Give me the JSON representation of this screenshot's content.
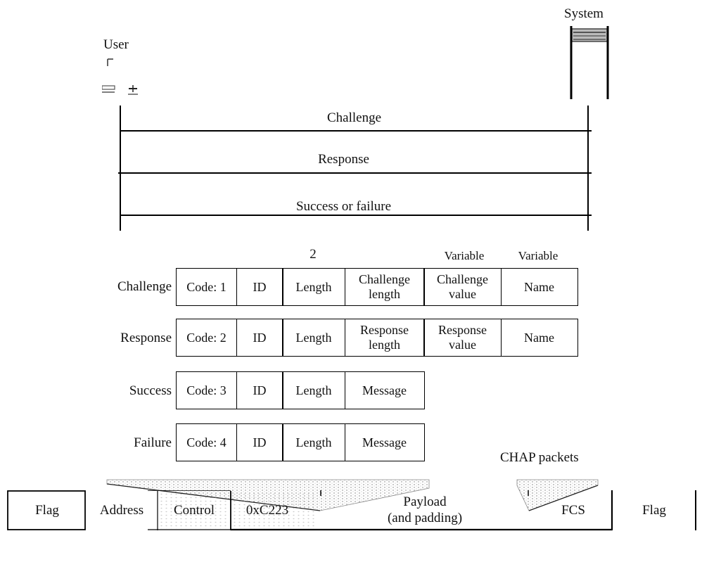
{
  "sequence": {
    "user_label": "User",
    "system_label": "System",
    "messages": [
      "Challenge",
      "Response",
      "Success or failure"
    ]
  },
  "packets": {
    "size_labels": {
      "length_bytes": "2",
      "challenge_value": "Variable",
      "name": "Variable"
    },
    "rows": [
      {
        "label": "Challenge",
        "cells": [
          "Code: 1",
          "ID",
          "Length",
          "Challenge length",
          "Challenge value",
          "Name"
        ]
      },
      {
        "label": "Response",
        "cells": [
          "Code: 2",
          "ID",
          "Length",
          "Response length",
          "Response value",
          "Name"
        ]
      },
      {
        "label": "Success",
        "cells": [
          "Code: 3",
          "ID",
          "Length",
          "Message"
        ]
      },
      {
        "label": "Failure",
        "cells": [
          "Code: 4",
          "ID",
          "Length",
          "Message"
        ]
      }
    ],
    "caption": "CHAP packets"
  },
  "frame": {
    "flag_left": "Flag",
    "address": "Address",
    "control": "Control",
    "protocol": "0xC223",
    "payload_line1": "Payload",
    "payload_line2": "(and padding)",
    "fcs": "FCS",
    "flag_right": "Flag"
  }
}
